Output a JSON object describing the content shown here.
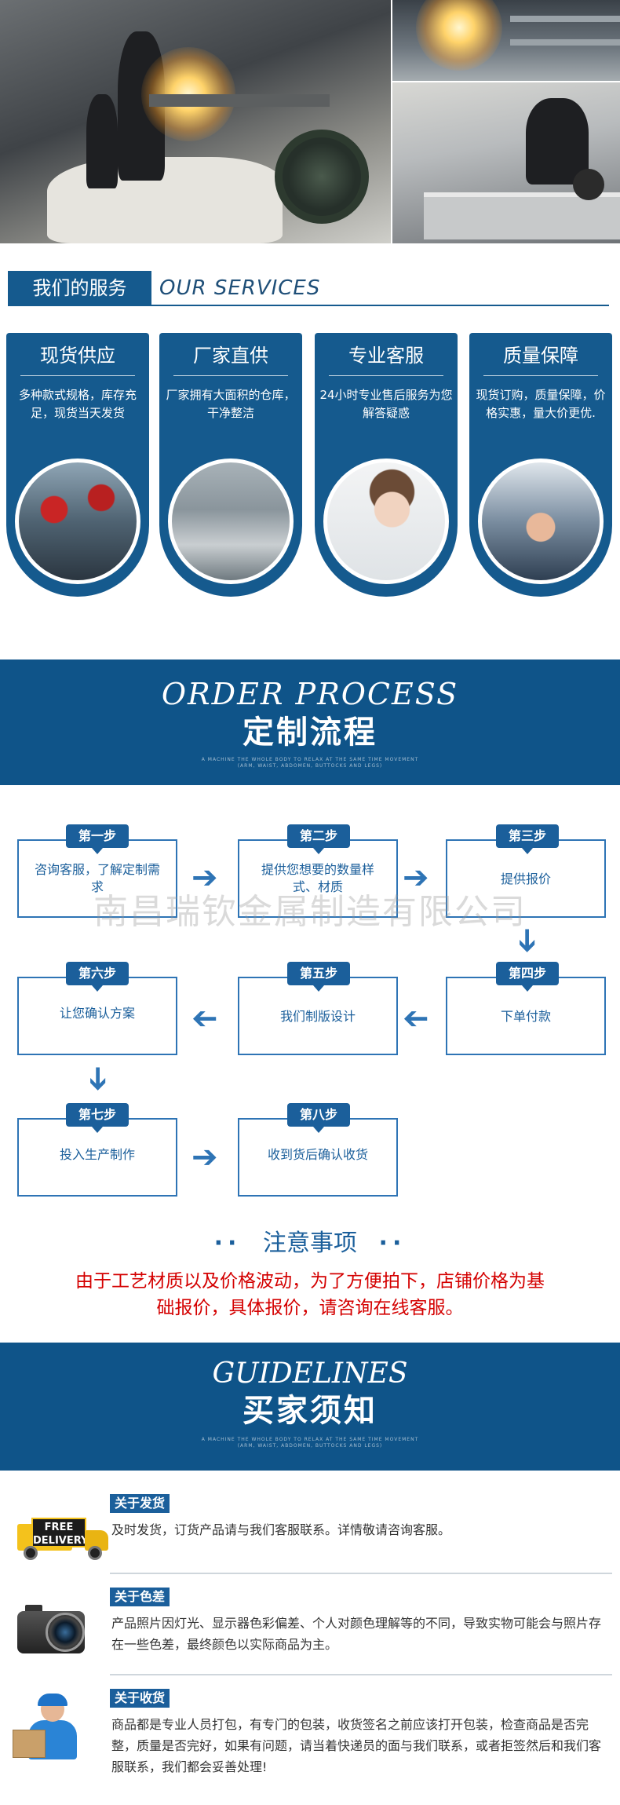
{
  "services": {
    "tag": "我们的服务",
    "en": "OUR SERVICES",
    "cards": [
      {
        "title": "现货供应",
        "desc": "多种款式规格，库存充足，现货当天发货"
      },
      {
        "title": "厂家直供",
        "desc": "厂家拥有大面积的仓库，干净整洁"
      },
      {
        "title": "专业客服",
        "desc": "24小时专业售后服务为您解答疑惑"
      },
      {
        "title": "质量保障",
        "desc": "现货订购，质量保障，价格实惠，量大价更优."
      }
    ]
  },
  "order": {
    "en": "ORDER PROCESS",
    "cn": "定制流程",
    "small1": "A MACHINE THE WHOLE BODY TO RELAX AT THE SAME TIME MOVEMENT",
    "small2": "(ARM, WAIST, ABDOMEN, BUTTOCKS AND LEGS)"
  },
  "steps": [
    {
      "tag": "第一步",
      "label": "咨询客服，了解定制需求"
    },
    {
      "tag": "第二步",
      "label": "提供您想要的数量样式、材质"
    },
    {
      "tag": "第三步",
      "label": "提供报价"
    },
    {
      "tag": "第四步",
      "label": "下单付款"
    },
    {
      "tag": "第五步",
      "label": "我们制版设计"
    },
    {
      "tag": "第六步",
      "label": "让您确认方案"
    },
    {
      "tag": "第七步",
      "label": "投入生产制作"
    },
    {
      "tag": "第八步",
      "label": "收到货后确认收货"
    }
  ],
  "watermark": "南昌瑞钦金属制造有限公司",
  "notice": {
    "dots": "··",
    "title": "注意事项",
    "text": "由于工艺材质以及价格波动，为了方便拍下，店铺价格为基础报价，具体报价，请咨询在线客服。"
  },
  "guidelines": {
    "en": "GUIDELINES",
    "cn": "买家须知",
    "small1": "A MACHINE THE WHOLE BODY TO RELAX AT THE SAME TIME MOVEMENT",
    "small2": "(ARM, WAIST, ABDOMEN, BUTTOCKS AND LEGS)",
    "items": [
      {
        "tag": "关于发货",
        "text": "及时发货，订货产品请与我们客服联系。详情敬请咨询客服。"
      },
      {
        "tag": "关于色差",
        "text": "产品照片因灯光、显示器色彩偏差、个人对颜色理解等的不同，导致实物可能会与照片存在一些色差，最终颜色以实际商品为主。"
      },
      {
        "tag": "关于收货",
        "text": "商品都是专业人员打包，有专门的包装，收货签名之前应该打开包装，检查商品是否完整，质量是否完好，如果有问题，请当着快递员的面与我们联系，或者拒签然后和我们客服联系，我们都会妥善处理!"
      }
    ],
    "truck_sign": "FREE DELIVERY"
  },
  "colors": {
    "brand_blue": "#0f5489",
    "accent_red": "#d40000"
  }
}
